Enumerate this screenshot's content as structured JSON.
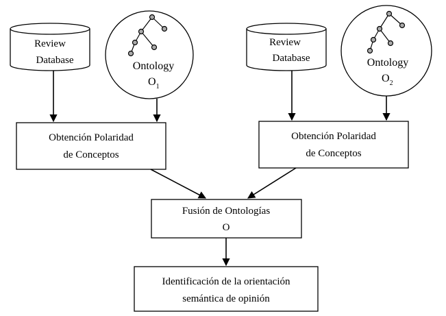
{
  "left_branch": {
    "database": {
      "line1": "Review",
      "line2": "Database"
    },
    "ontology": {
      "label": "Ontology",
      "symbol": "O",
      "subscript": "1"
    },
    "process": {
      "line1": "Obtención Polaridad",
      "line2": "de Conceptos"
    }
  },
  "right_branch": {
    "database": {
      "line1": "Review",
      "line2": "Database"
    },
    "ontology": {
      "label": "Ontology",
      "symbol": "O",
      "subscript": "2"
    },
    "process": {
      "line1": "Obtención Polaridad",
      "line2": "de Conceptos"
    }
  },
  "fusion": {
    "line1": "Fusión de Ontologías",
    "line2": "O"
  },
  "result": {
    "line1": "Identificación de la orientación",
    "line2": "semántica de opinión"
  }
}
